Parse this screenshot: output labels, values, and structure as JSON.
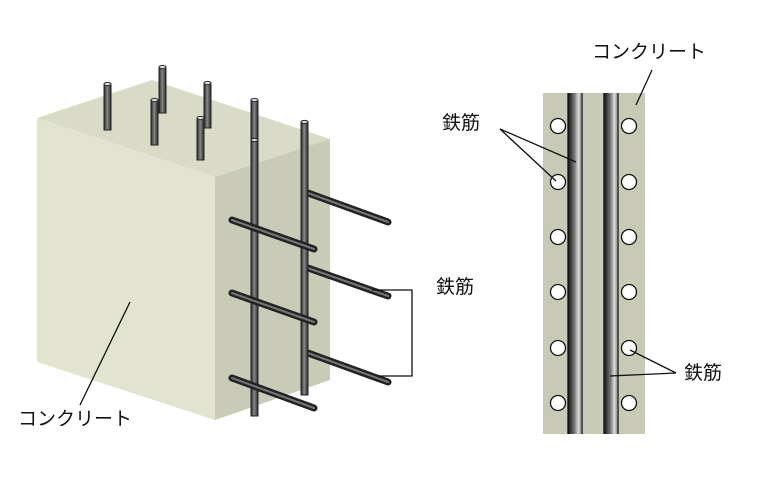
{
  "left_figure": {
    "concrete_label": "コンクリート",
    "rebar_label": "鉄筋"
  },
  "right_figure": {
    "concrete_label": "コンクリート",
    "rebar_label_top": "鉄筋",
    "rebar_label_bottom": "鉄筋"
  },
  "colors": {
    "front_face": "#e2e4d0",
    "top_face": "#d9dbc7",
    "side_face": "#c9cbb7",
    "wall": "#c8cab6",
    "rebar": "#4a4a4a"
  }
}
